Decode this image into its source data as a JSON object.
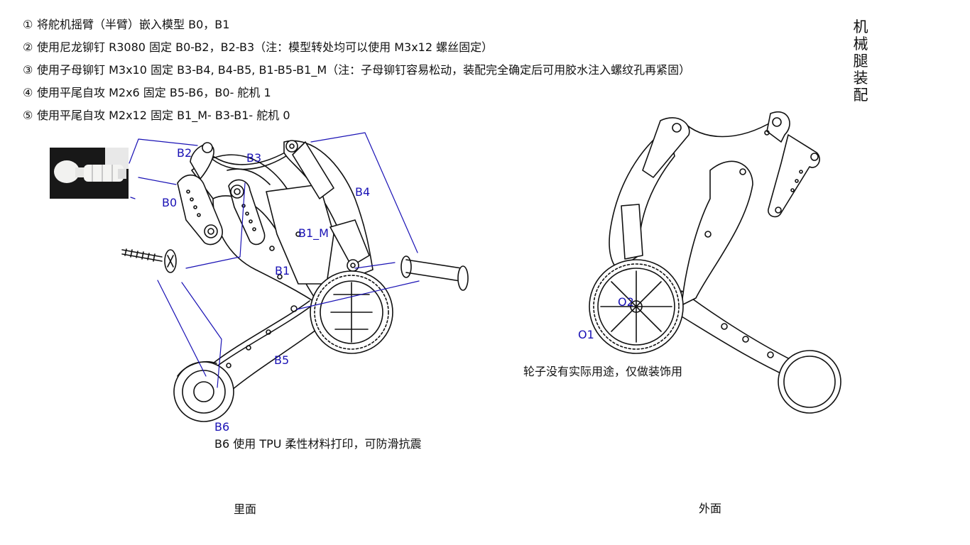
{
  "title": "机械腿装配",
  "steps": [
    {
      "num": "①",
      "text": "将舵机摇臂（半臂）嵌入模型 B0，B1"
    },
    {
      "num": "②",
      "text": "使用尼龙铆钉 R3080 固定 B0-B2，B2-B3（注：模型转处均可以使用 M3x12 螺丝固定）"
    },
    {
      "num": "③",
      "text": "使用子母铆钉 M3x10 固定 B3-B4, B4-B5, B1-B5-B1_M（注：子母铆钉容易松动，装配完全确定后可用胶水注入螺纹孔再紧固）"
    },
    {
      "num": "④",
      "text": "使用平尾自攻 M2x6 固定 B5-B6，B0- 舵机 1"
    },
    {
      "num": "⑤",
      "text": "使用平尾自攻 M2x12 固定 B1_M- B3-B1- 舵机 0"
    }
  ],
  "labels": {
    "b2": "B2",
    "b3": "B3",
    "b0": "B0",
    "b4": "B4",
    "b1m": "B1_M",
    "b1": "B1",
    "b5": "B5",
    "b6": "B6",
    "o1": "O1",
    "o2": "O2"
  },
  "notes": {
    "b6": "B6 使用 TPU 柔性材料打印，可防滑抗震",
    "wheel": "轮子没有实际用途，仅做装饰用"
  },
  "captions": {
    "inner": "里面",
    "outer": "外面"
  },
  "colors": {
    "label_blue": "#1a12b5",
    "leader_line": "#1a12b5"
  }
}
